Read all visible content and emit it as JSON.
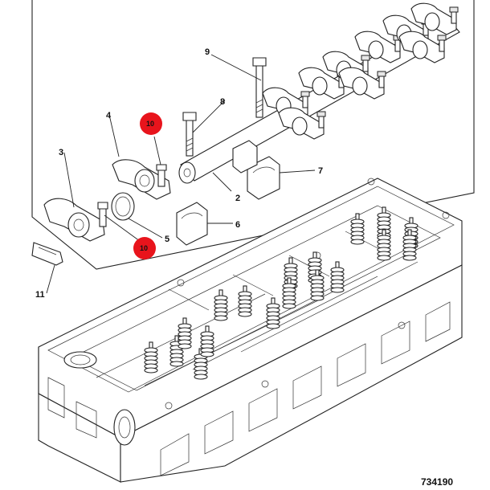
{
  "callouts": {
    "c2": "2",
    "c3": "3",
    "c4": "4",
    "c5": "5",
    "c6": "6",
    "c7": "7",
    "c8": "8",
    "c9": "9",
    "c10a": "10",
    "c10b": "10",
    "c11": "11"
  },
  "badge_color": "#e8141c",
  "reference_number": "734190"
}
